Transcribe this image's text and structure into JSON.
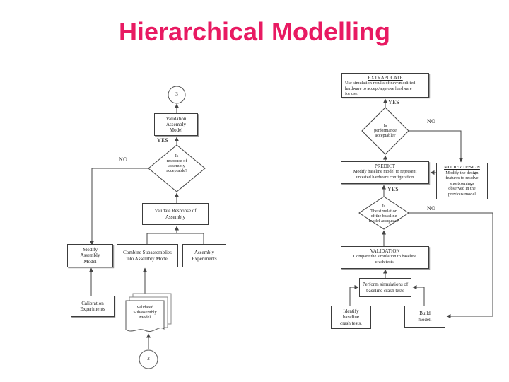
{
  "title": "Hierarchical Modelling",
  "colors": {
    "title": "#e81a62",
    "line": "#444444"
  },
  "labels": {
    "yes": "YES",
    "no": "NO"
  },
  "connectors": {
    "top_circle": "3",
    "bottom_circle": "2"
  },
  "left_flow": {
    "validation_assembly_model": "Validation\nAssembly\nModel",
    "assembly_acceptable_q": "Is\nresponse of\nassembly\nacceptable?",
    "validate_response": "Validate Response of\nAssembly",
    "modify_assembly_model": "Modify\nAssembly\nModel",
    "combine_subassemblies": "Combine Subassemblies\ninto Assembly Model",
    "assembly_experiments": "Assembly\nExperiments",
    "calibration_experiments": "Calibration\nExperiments",
    "validated_subassembly_model": "Validated\nSubassembly\nModel"
  },
  "right_flow": {
    "extrapolate": {
      "title": "EXTRAPOLATE",
      "body": "Use simulation results of new/modified\nhardware to accept/approve hardware\nfor use."
    },
    "performance_acceptable_q": "Is\nperformance\nacceptable?",
    "predict": {
      "title": "PREDICT",
      "body": "Modify baseline model to represent\nuntested hardware configuration"
    },
    "modify_design": {
      "title": "MODIFY DESIGN",
      "body": "Modify the design\nfeatures to resolve\nshortcomings\nobserved in the\nprevious model"
    },
    "simulation_adequate_q": "Is\nThe simulation\nof the baseline\nmodel adequate?",
    "validation": {
      "title": "VALIDATION",
      "body": "Compare the simulation to baseline\ncrash tests."
    },
    "perform_simulations": "Perform simulations of\nbaseline crash tests",
    "identify_baseline": "Identify\nbaseline\ncrash tests.",
    "build_model": "Build\nmodel."
  }
}
